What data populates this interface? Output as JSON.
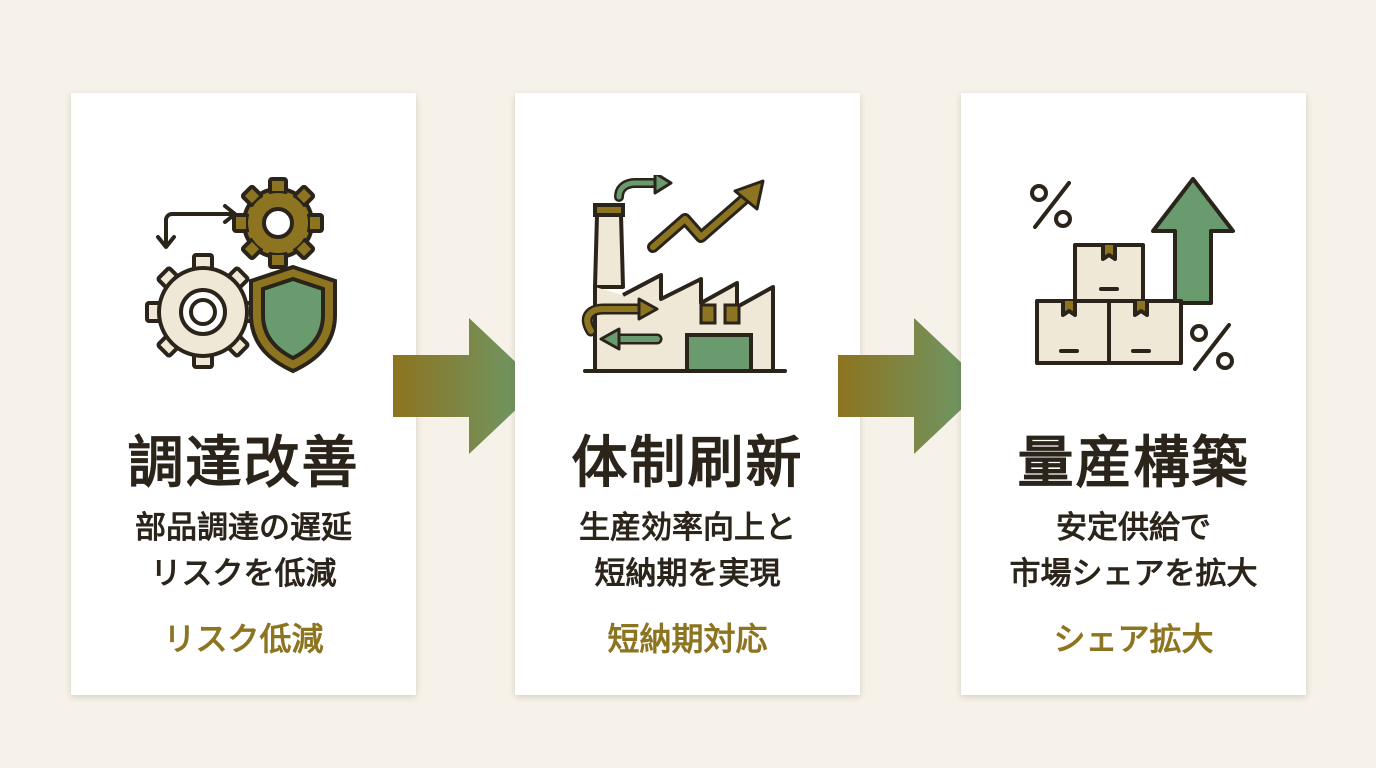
{
  "colors": {
    "background": "#f6f2e9",
    "card": "#ffffff",
    "gold": "#8d7420",
    "green": "#6a9b6e",
    "ink": "#2b241b"
  },
  "steps": [
    {
      "title": "調達改善",
      "description_lines": [
        "部品調達の遅延",
        "リスクを低減"
      ],
      "tag": "リスク低減",
      "icons": [
        "gear-icon",
        "cycle-arrow-icon",
        "shield-icon"
      ]
    },
    {
      "title": "体制刷新",
      "description_lines": [
        "生産効率向上と",
        "短納期を実現"
      ],
      "tag": "短納期対応",
      "icons": [
        "factory-icon",
        "trend-up-arrow-icon",
        "swap-arrows-icon"
      ]
    },
    {
      "title": "量産構築",
      "description_lines": [
        "安定供給で",
        "市場シェアを拡大"
      ],
      "tag": "シェア拡大",
      "icons": [
        "boxes-icon",
        "percent-icon",
        "up-arrow-icon"
      ]
    }
  ],
  "connectors": [
    "arrow-right-icon",
    "arrow-right-icon"
  ]
}
